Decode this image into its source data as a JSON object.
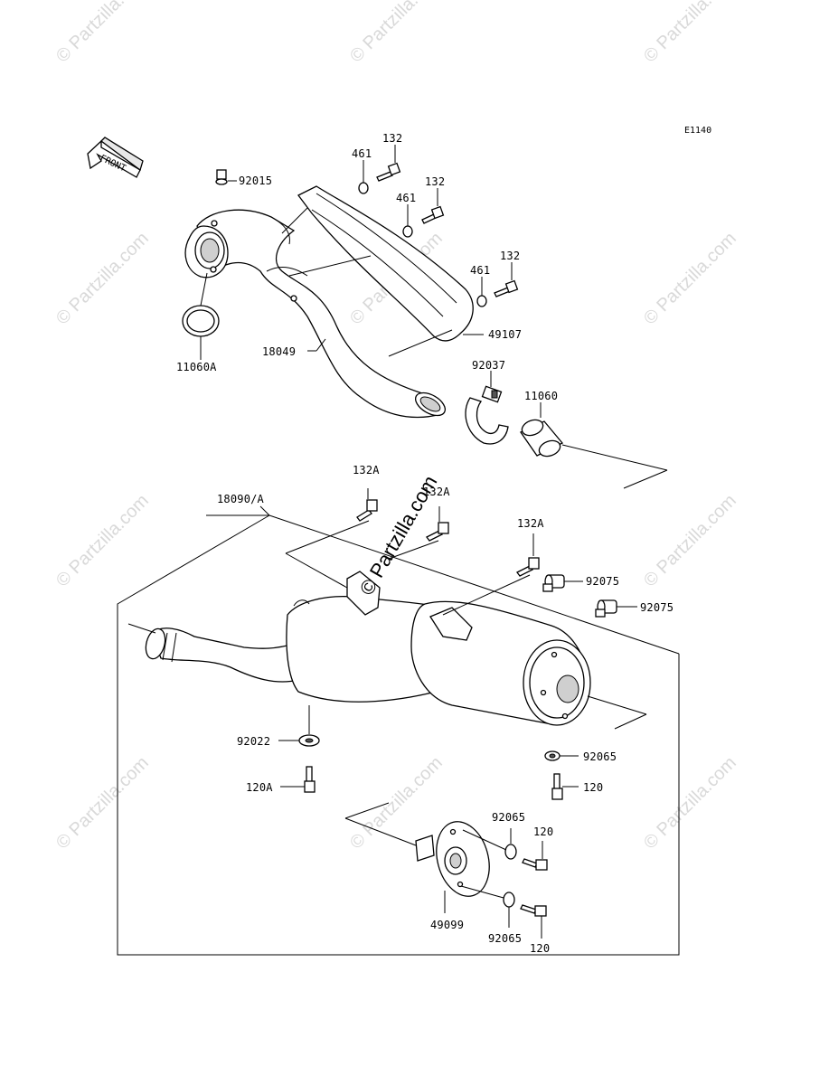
{
  "diagram": {
    "code": "E1140",
    "front_label": "FRONT",
    "watermark": "© Partzilla.com",
    "parts": {
      "p92015": "92015",
      "p11060A": "11060A",
      "p18049": "18049",
      "p461a": "461",
      "p132a": "132",
      "p461b": "461",
      "p132b": "132",
      "p461c": "461",
      "p132c": "132",
      "p49107": "49107",
      "p92037": "92037",
      "p11060": "11060",
      "p18090": "18090/A",
      "p132A1": "132A",
      "p132A2": "132A",
      "p132A3": "132A",
      "p92075a": "92075",
      "p92075b": "92075",
      "p92022": "92022",
      "p120A": "120A",
      "p92065a": "92065",
      "p120a": "120",
      "p92065b": "92065",
      "p120b": "120",
      "p49099": "49099",
      "p92065c": "92065",
      "p120c": "120"
    }
  }
}
